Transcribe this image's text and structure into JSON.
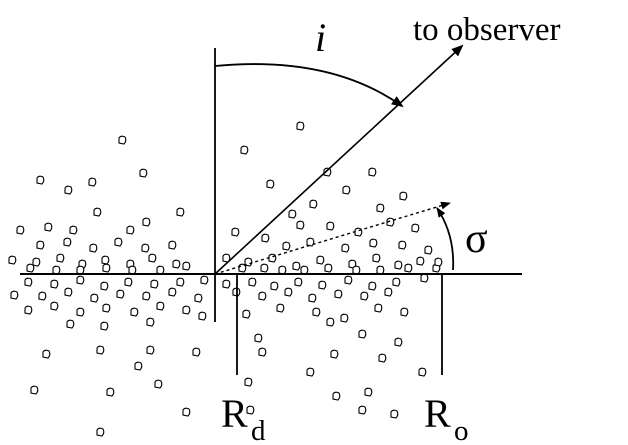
{
  "diagram": {
    "labels": {
      "incidence_angle": "i",
      "observer": "to observer",
      "sigma": "σ",
      "r_d_main": "R",
      "r_d_sub": "d",
      "r_o_main": "R",
      "r_o_sub": "o"
    },
    "colors": {
      "ink": "#000000",
      "background": "#ffffff"
    }
  }
}
